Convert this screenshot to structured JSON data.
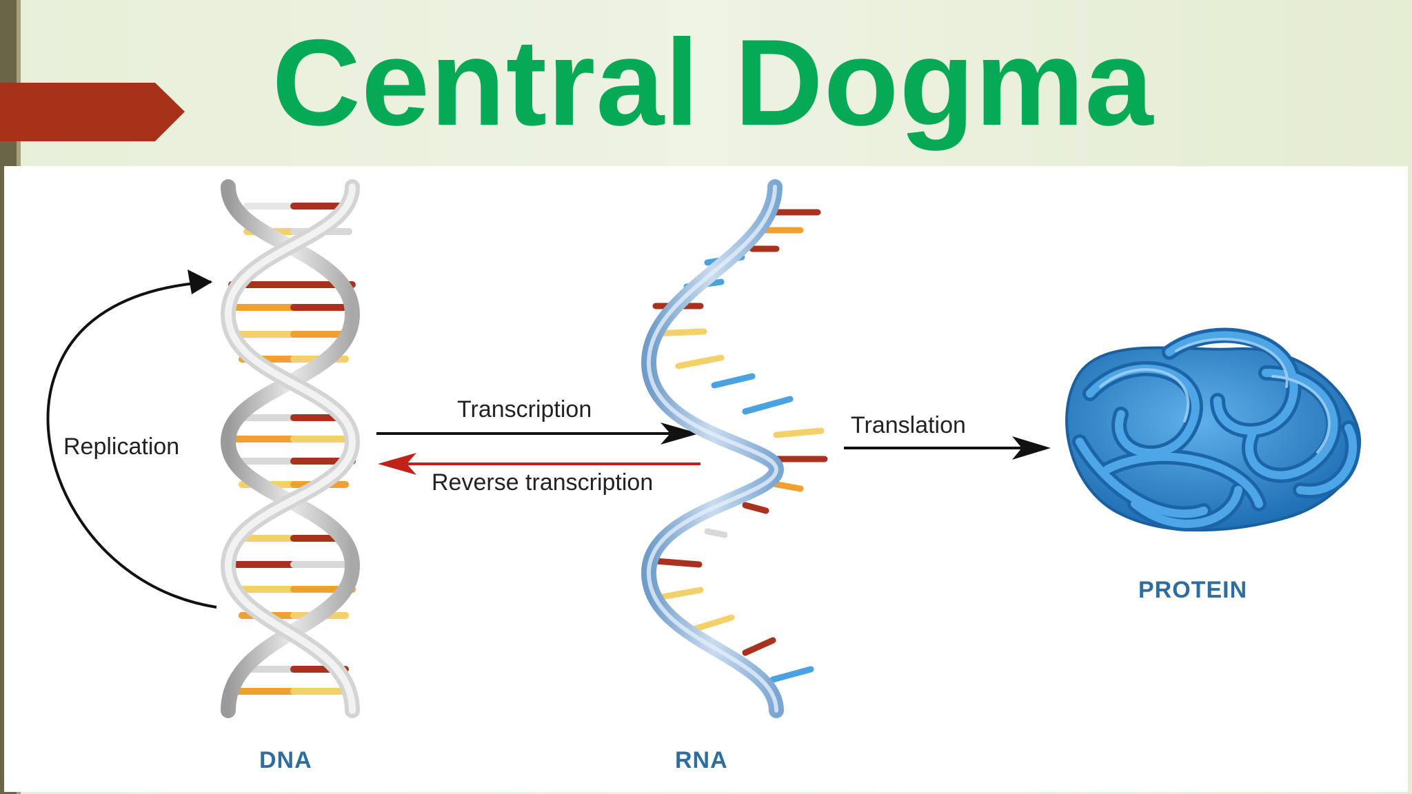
{
  "slide": {
    "title": "Central Dogma"
  },
  "diagram": {
    "labels": {
      "replication": "Replication",
      "transcription": "Transcription",
      "reverse_transcription": "Reverse transcription",
      "translation": "Translation",
      "dna": "DNA",
      "rna": "RNA",
      "protein": "PROTEIN"
    },
    "colors": {
      "title": "#06a955",
      "accent_tab": "#a83219",
      "reverse_arrow": "#c0221a",
      "label_blue": "#2f6d9e",
      "protein": "#2a7fc4",
      "base_red": "#a8321e",
      "base_orange": "#f0a030",
      "base_yellow": "#f4d06a"
    }
  }
}
